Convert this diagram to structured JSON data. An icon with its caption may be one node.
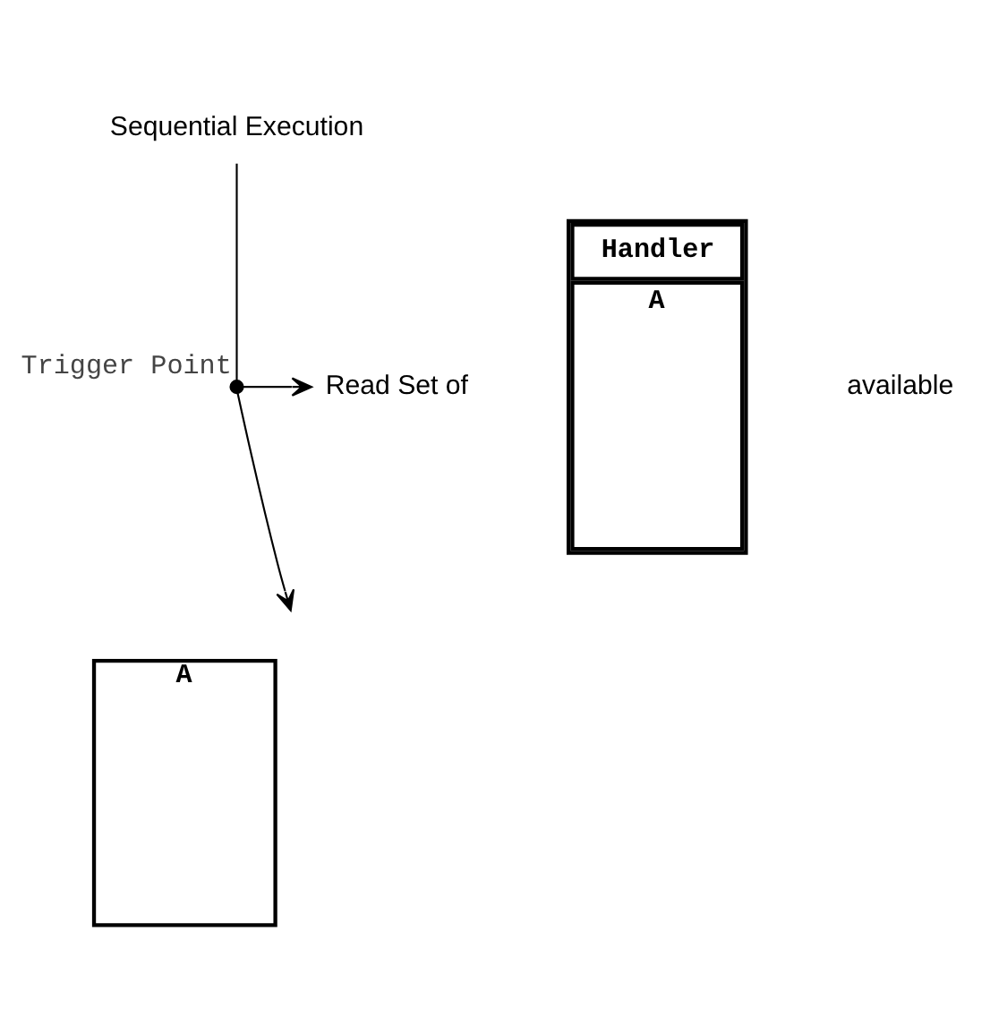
{
  "diagram": {
    "nodes": [
      {
        "text": [
          "Sequential Execution"
        ]
      },
      {
        "text": [],
        "shape": "cross",
        "beside": [
          "Trigger Point"
        ]
      },
      {
        "text": [
          "Read Set of"
        ]
      },
      {
        "text": [
          "Handler",
          "A"
        ]
      },
      {
        "text": [
          "A"
        ]
      }
    ],
    "edges": [
      {
        "from": 0,
        "to": 1,
        "arrow": "none"
      },
      {
        "from": 1,
        "to": null,
        "arrow": "to"
      },
      {
        "from": 1,
        "to": 2,
        "arrow": "to"
      }
    ],
    "labels": [
      "available"
    ]
  }
}
